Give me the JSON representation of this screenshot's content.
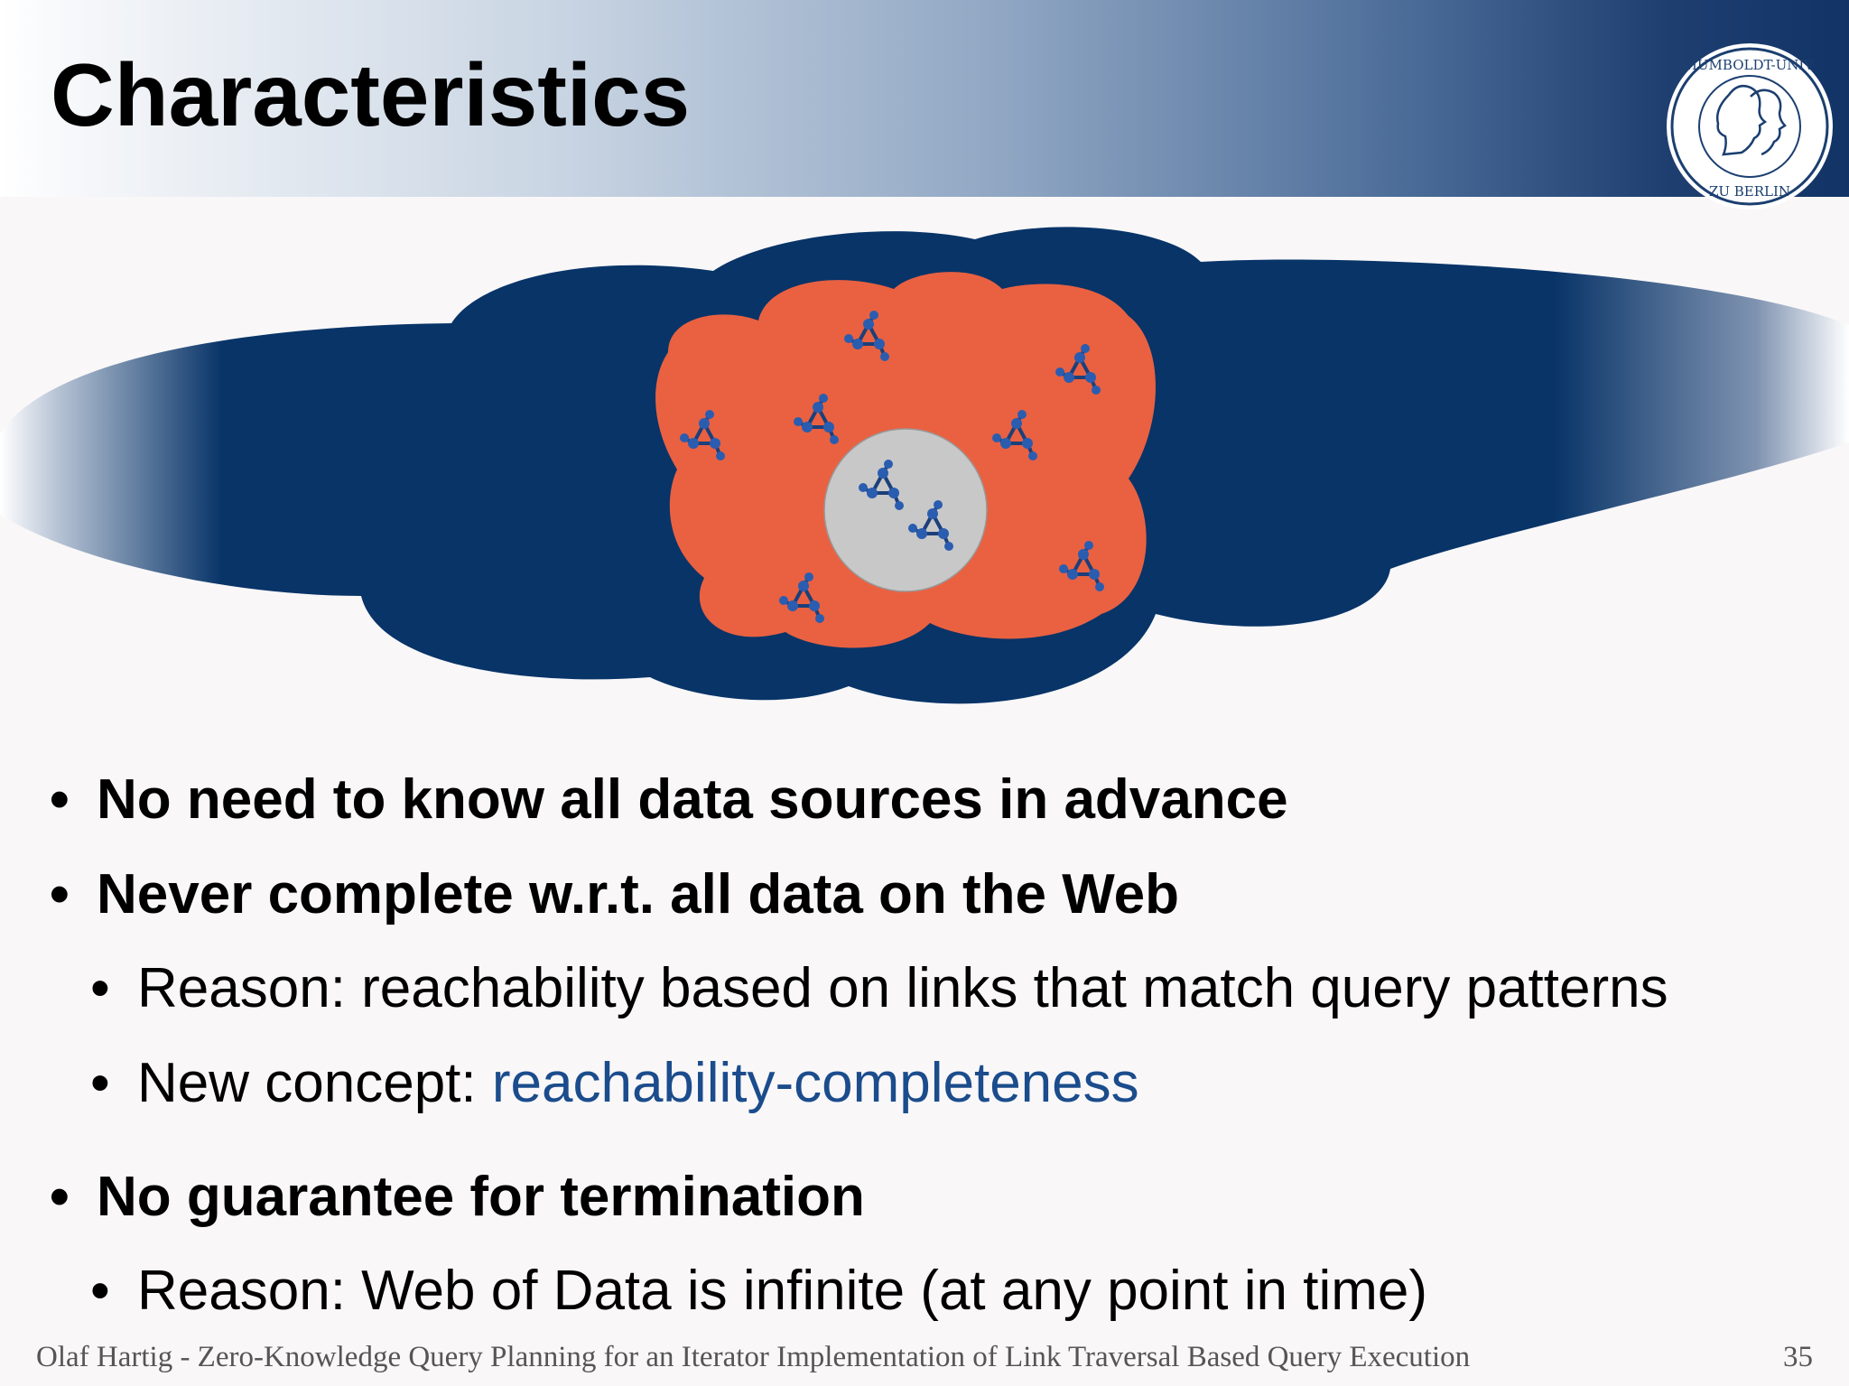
{
  "header": {
    "title": "Characteristics",
    "seal_text": "HUMBOLDT-UNIVERSITÄT ZU BERLIN"
  },
  "bullets": [
    {
      "level": 1,
      "text": "No need to know all data sources in advance"
    },
    {
      "level": 1,
      "text": "Never complete w.r.t. all data on the Web"
    },
    {
      "level": 2,
      "text": "Reason: reachability based on links that match query patterns"
    },
    {
      "level": 2,
      "prefix": "New concept: ",
      "highlight": "reachability-completeness"
    },
    {
      "level": 1,
      "text": "No guarantee for termination"
    },
    {
      "level": 2,
      "text": "Reason: Web of Data is infinite (at any point in time)"
    }
  ],
  "footer": {
    "left": "Olaf Hartig - Zero-Knowledge Query Planning for an Iterator Implementation of Link Traversal Based Query Execution",
    "page": "35"
  },
  "colors": {
    "cloud": "#083468",
    "region": "#e96141",
    "core": "#c8c8c8",
    "highlight": "#1b4c8c"
  }
}
